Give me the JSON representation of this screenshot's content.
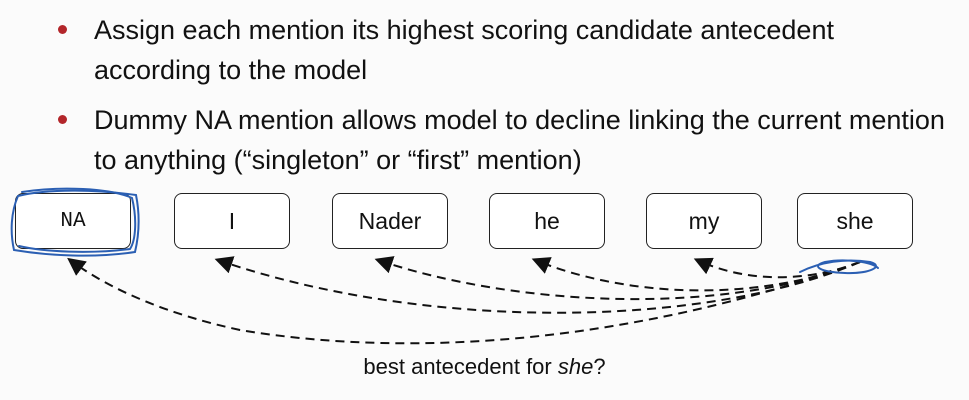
{
  "bullets": [
    "Assign each mention its highest scoring candidate antecedent according to the model",
    "Dummy NA mention allows model to decline linking the current mention to anything (“singleton” or “first” mention)"
  ],
  "mentions": [
    "NA",
    "I",
    "Nader",
    "he",
    "my",
    "she"
  ],
  "caption": {
    "prefix": "best antecedent for ",
    "emphasis": "she",
    "suffix": "?"
  },
  "colors": {
    "bullet": "#b3262a",
    "annotation": "#2b5fb3"
  }
}
